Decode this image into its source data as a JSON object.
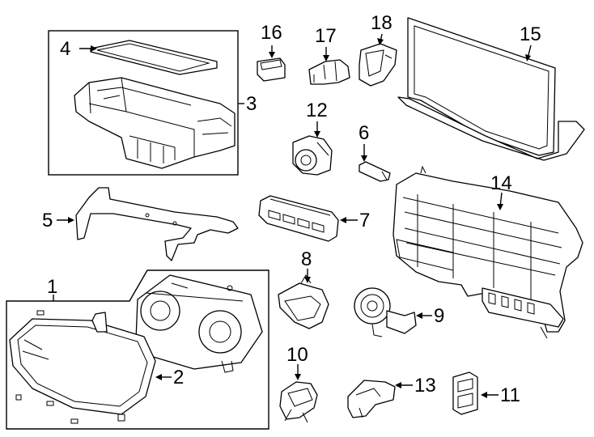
{
  "callouts": {
    "n1": "1",
    "n2": "2",
    "n3": "3",
    "n4": "4",
    "n5": "5",
    "n6": "6",
    "n7": "7",
    "n8": "8",
    "n9": "9",
    "n10": "10",
    "n11": "11",
    "n12": "12",
    "n13": "13",
    "n14": "14",
    "n15": "15",
    "n16": "16",
    "n17": "17",
    "n18": "18"
  }
}
